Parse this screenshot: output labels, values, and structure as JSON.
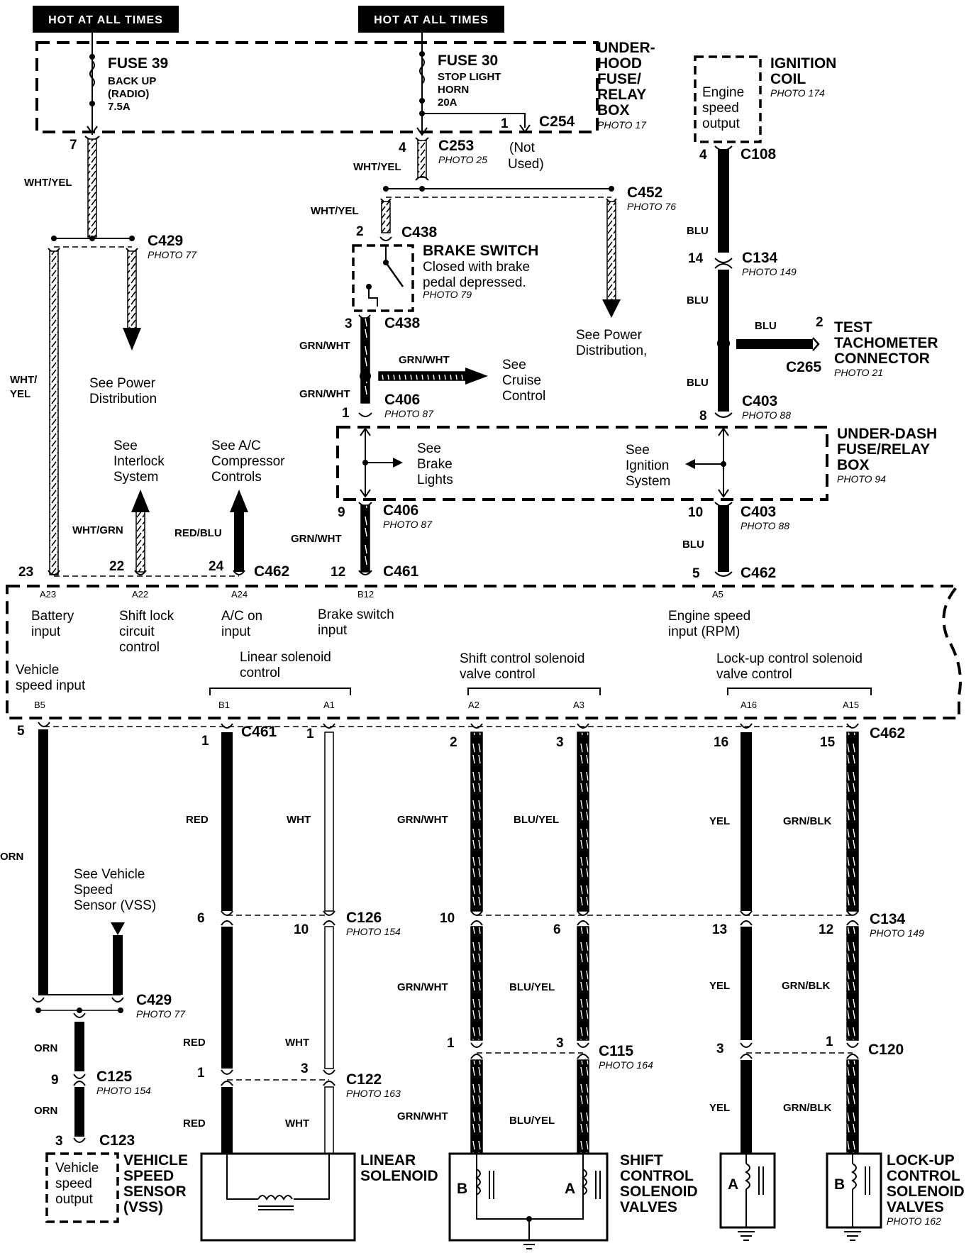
{
  "hot_labels": [
    "HOT AT ALL TIMES",
    "HOT AT ALL TIMES"
  ],
  "underhood_box": {
    "title": [
      "UNDER-",
      "HOOD",
      "FUSE/",
      "RELAY",
      "BOX"
    ],
    "photo": "PHOTO 17"
  },
  "fuse39": {
    "name": "FUSE 39",
    "desc": [
      "BACK UP",
      "(RADIO)",
      "7.5A"
    ]
  },
  "fuse30": {
    "name": "FUSE 30",
    "desc": [
      "STOP LIGHT",
      "HORN",
      "20A"
    ]
  },
  "c254": {
    "pin": "1",
    "name": "C254",
    "note": [
      "(Not",
      "Used)"
    ]
  },
  "c253": {
    "pin": "4",
    "name": "C253",
    "photo": "PHOTO 25"
  },
  "left_top_pin": "7",
  "ignition_coil": {
    "title": [
      "IGNITION",
      "COIL"
    ],
    "photo": "PHOTO 174",
    "box": [
      "Engine",
      "speed",
      "output"
    ]
  },
  "c108": {
    "pin": "4",
    "name": "C108"
  },
  "c452": {
    "name": "C452",
    "photo": "PHOTO 76"
  },
  "c429_top": {
    "name": "C429",
    "photo": "PHOTO 77"
  },
  "c438_top": {
    "pin": "2",
    "name": "C438"
  },
  "brake_switch": {
    "title": "BRAKE SWITCH",
    "desc": [
      "Closed with brake",
      "pedal depressed."
    ],
    "photo": "PHOTO 79"
  },
  "c438_bottom": {
    "pin": "3",
    "name": "C438"
  },
  "c134_top": {
    "pin": "14",
    "name": "C134",
    "photo": "PHOTO 149"
  },
  "test_tach": {
    "pin": "2",
    "title": [
      "TEST",
      "TACHOMETER",
      "CONNECTOR"
    ],
    "conn": "C265",
    "photo": "PHOTO 21"
  },
  "see_power_1": [
    "See Power",
    "Distribution"
  ],
  "see_power_2": [
    "See Power",
    "Distribution,"
  ],
  "see_cruise": [
    "See",
    "Cruise",
    "Control"
  ],
  "c406_top": {
    "pin": "1",
    "name": "C406",
    "photo": "PHOTO 87"
  },
  "c403_top": {
    "pin": "8",
    "name": "C403",
    "photo": "PHOTO 88"
  },
  "underdash_box": {
    "title": [
      "UNDER-DASH",
      "FUSE/RELAY",
      "BOX"
    ],
    "photo": "PHOTO 94"
  },
  "see_brake_lights": [
    "See",
    "Brake",
    "Lights"
  ],
  "see_ignition": [
    "See",
    "Ignition",
    "System"
  ],
  "see_interlock": [
    "See",
    "Interlock",
    "System"
  ],
  "see_ac": [
    "See A/C",
    "Compressor",
    "Controls"
  ],
  "c406_bottom": {
    "pin": "9",
    "name": "C406",
    "photo": "PHOTO 87"
  },
  "c403_bottom": {
    "pin": "10",
    "name": "C403",
    "photo": "PHOTO 88"
  },
  "c462_top": {
    "pins": [
      "23",
      "22",
      "24"
    ],
    "name": "C462"
  },
  "c461_top": {
    "pin": "12",
    "name": "C461"
  },
  "c462_top_right": {
    "pin": "5",
    "name": "C462"
  },
  "ecu_pins_top": [
    "A23",
    "A22",
    "A24",
    "B12",
    "A5"
  ],
  "ecu_inputs": {
    "battery": [
      "Battery",
      "input"
    ],
    "shift_lock": [
      "Shift lock",
      "circuit",
      "control"
    ],
    "ac_on": [
      "A/C on",
      "input"
    ],
    "brake_sw": [
      "Brake switch",
      "input"
    ],
    "engine_speed": [
      "Engine speed",
      "input (RPM)"
    ],
    "vehicle_speed": [
      "Vehicle",
      "speed input"
    ],
    "linear": [
      "Linear solenoid",
      "control"
    ],
    "shift": [
      "Shift control solenoid",
      "valve control"
    ],
    "lockup": [
      "Lock-up control solenoid",
      "valve control"
    ]
  },
  "ecu_pins_bottom": [
    "B5",
    "B1",
    "A1",
    "A2",
    "A3",
    "A16",
    "A15"
  ],
  "wires": {
    "wht_yel": "WHT/YEL",
    "wht_yel_split": [
      "WHT/",
      "YEL"
    ],
    "blu": "BLU",
    "grn_wht": "GRN/WHT",
    "wht_grn": "WHT/GRN",
    "red_blu": "RED/BLU",
    "orn": "ORN",
    "red": "RED",
    "wht": "WHT",
    "blu_yel": "BLU/YEL",
    "yel": "YEL",
    "grn_blk": "GRN/BLK",
    "orn_cut": "ORN"
  },
  "bottom_pins_row1": {
    "b5": "5",
    "b1": "1",
    "a1": "1",
    "a2": "2",
    "a3": "3",
    "a16": "16",
    "a15": "15",
    "c461": "C461",
    "c462": "C462"
  },
  "c126": {
    "pins": [
      "6",
      "10"
    ],
    "name": "C126",
    "photo": "PHOTO 154"
  },
  "c134_bottom": {
    "pins": [
      "10",
      "6",
      "13",
      "12"
    ],
    "name": "C134",
    "photo": "PHOTO 149"
  },
  "see_vss": [
    "See Vehicle",
    "Speed",
    "Sensor (VSS)"
  ],
  "c429_bottom": {
    "name": "C429",
    "photo": "PHOTO 77"
  },
  "c125": {
    "pin": "9",
    "name": "C125",
    "photo": "PHOTO 154"
  },
  "c123": {
    "pin": "3",
    "name": "C123"
  },
  "c122": {
    "pins": [
      "1",
      "3"
    ],
    "name": "C122",
    "photo": "PHOTO 163"
  },
  "c115": {
    "pins": [
      "1",
      "3"
    ],
    "name": "C115",
    "photo": "PHOTO 164"
  },
  "c120": {
    "pins": [
      "3",
      "1"
    ],
    "name": "C120"
  },
  "vss": {
    "box": [
      "Vehicle",
      "speed",
      "output"
    ],
    "title": [
      "VEHICLE",
      "SPEED",
      "SENSOR",
      "(VSS)"
    ]
  },
  "linear_solenoid": [
    "LINEAR",
    "SOLENOID"
  ],
  "shift_valves": [
    "SHIFT",
    "CONTROL",
    "SOLENOID",
    "VALVES"
  ],
  "lockup_valves": {
    "title": [
      "LOCK-UP",
      "CONTROL",
      "SOLENOID",
      "VALVES"
    ],
    "photo": "PHOTO 162"
  },
  "coil_letters": {
    "b": "B",
    "a": "A"
  }
}
